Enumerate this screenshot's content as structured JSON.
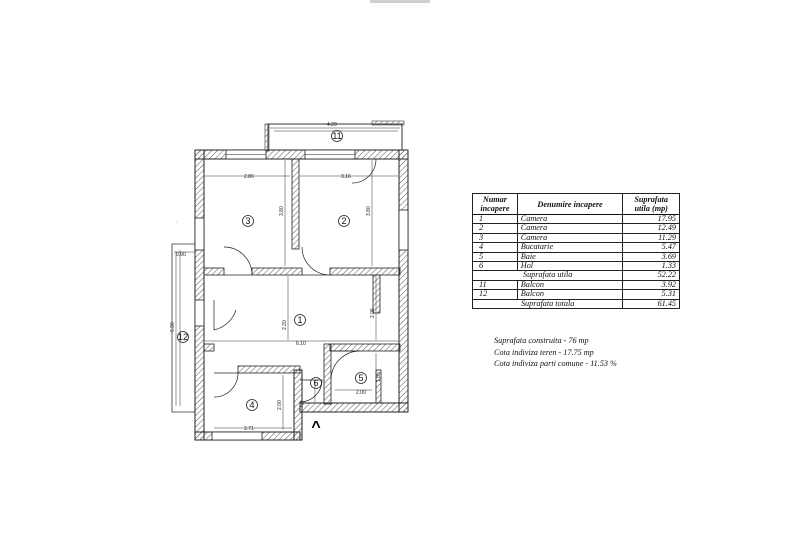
{
  "plan": {
    "room_numbers": [
      "1",
      "2",
      "3",
      "4",
      "5",
      "6",
      "11",
      "12"
    ],
    "dimensions": {
      "balcony_top": "4.20",
      "room3_width": "2.86",
      "room2_width": "3.16",
      "room3_height": "3.80",
      "room2_height": "3.80",
      "balcony_left_width": "0.90",
      "balcony_left_length": "5.90",
      "hall_height": "2.20",
      "hall_width": "6.10",
      "bath_height": "1.85",
      "bath_width": "2.00",
      "kitchen_width": "2.71",
      "kitchen_height": "2.00",
      "right_height": "2.05"
    },
    "north_arrow": "^"
  },
  "table": {
    "headers": [
      "Numar incapere",
      "Denumire incapere",
      "Suprafata utila (mp)"
    ],
    "rows": [
      {
        "num": "1",
        "name": "Camera",
        "area": "17.95"
      },
      {
        "num": "2",
        "name": "Camera",
        "area": "12.49"
      },
      {
        "num": "3",
        "name": "Camera",
        "area": "11.29"
      },
      {
        "num": "4",
        "name": "Bucatarie",
        "area": "5.47"
      },
      {
        "num": "5",
        "name": "Baie",
        "area": "3.69"
      },
      {
        "num": "6",
        "name": "Hol",
        "area": "1.33"
      }
    ],
    "useful_label": "Suprafata utila",
    "useful_value": "52.22",
    "balcony_rows": [
      {
        "num": "11",
        "name": "Balcon",
        "area": "3.92"
      },
      {
        "num": "12",
        "name": "Balcon",
        "area": "5.31"
      }
    ],
    "total_label": "Suprafata totala",
    "total_value": "61.45"
  },
  "notes": {
    "built": "Suprafata construita - 76 mp",
    "land": "Cota indiviza teren - 17.75 mp",
    "common": "Cota indiviza parti comune - 11.53 %"
  }
}
